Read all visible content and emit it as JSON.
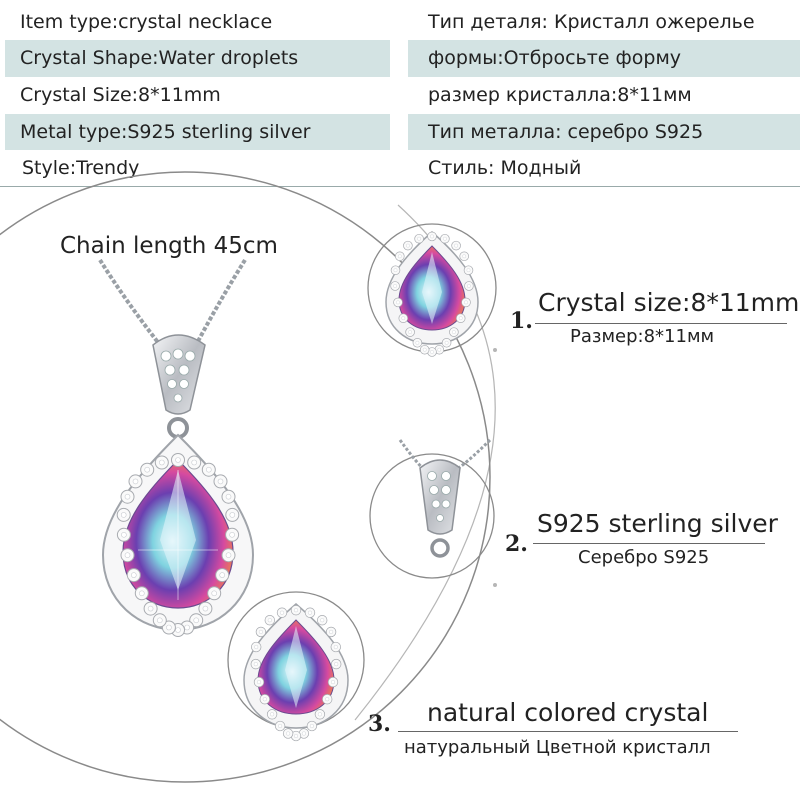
{
  "spec_table": {
    "rows": [
      {
        "left": "Item type:crystal necklace",
        "right": "Тип деталя: Кристалл ожерелье",
        "shaded": false
      },
      {
        "left": "Crystal Shape:Water droplets",
        "right": "формы:Отбросьте форму",
        "shaded": true
      },
      {
        "left": "Crystal Size:8*11mm",
        "right": "размер кристалла:8*11мм",
        "shaded": false
      },
      {
        "left": "Metal type:S925 sterling silver",
        "right": "Тип металла: серебро S925",
        "shaded": true
      },
      {
        "left": "Style:Trendy",
        "right": "Стиль: Модный",
        "shaded": false
      }
    ]
  },
  "main_view": {
    "chain_length_label": "Chain length 45cm"
  },
  "details": [
    {
      "number": "1.",
      "title": "Crystal size:8*11mm",
      "subtitle": "Размер:8*11мм"
    },
    {
      "number": "2.",
      "title": "S925 sterling silver",
      "subtitle": "Серебро S925"
    },
    {
      "number": "3.",
      "title": "natural colored crystal",
      "subtitle": "натуральный Цветной кристалл"
    }
  ],
  "colors": {
    "table_shade": "#d3e3e3",
    "circle_stroke": "#8a8a8a",
    "silver": "#c8cbd0",
    "crystal_pink": "#d64aa0",
    "crystal_blue": "#7fd3e0",
    "crystal_purple": "#6b3fb0"
  }
}
